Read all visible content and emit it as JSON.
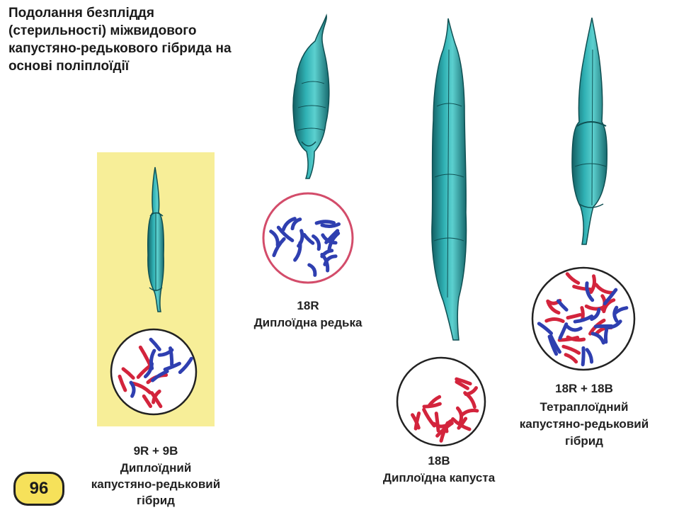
{
  "title": "Подолання безпліддя (стерильності) міжвидового капустяно-редькового гібрида на основі поліплоїдії",
  "page_number": "96",
  "colors": {
    "pod": "#2ea9ad",
    "pod_dark": "#14686c",
    "chromosome_red": "#d3243c",
    "chromosome_blue": "#2f3fb0",
    "panel": "#f7ee98"
  },
  "panels": {
    "hybrid": {
      "formula": "9R + 9B",
      "name_line1": "Диплоїдний",
      "name_line2": "капустяно-редьковий",
      "name_line3": "гібрид"
    },
    "radish": {
      "formula": "18R",
      "name_line1": "Диплоїдна редька"
    },
    "cabbage": {
      "formula": "18B",
      "name_line1": "Диплоїдна капуста"
    },
    "tetraploid": {
      "formula": "18R + 18B",
      "name_line1": "Тетраплоїдний",
      "name_line2": "капустяно-редьковий",
      "name_line3": "гібрид"
    }
  }
}
